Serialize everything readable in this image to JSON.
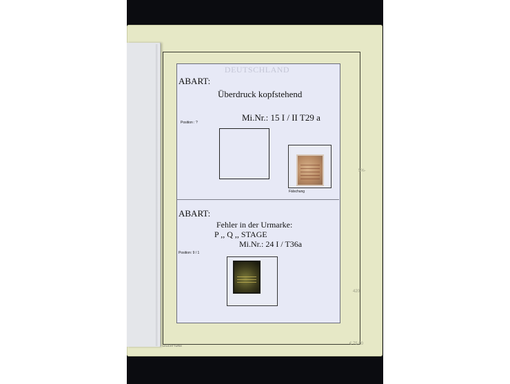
{
  "sheet": {
    "header": "DEUTSCHLAND",
    "section1": {
      "abart": "ABART:",
      "title": "Überdruck kopfstehend",
      "catalog": "Mi.Nr.: 15 I / II   T29 a",
      "position": "Position :  ?",
      "stamp_caption": "Fälschung"
    },
    "section2": {
      "abart": "ABART:",
      "title_line1": "Fehler in der Urmarke:",
      "title_line2": "P ,, Q ,, STAGE",
      "catalog": "Mi.Nr.: 24 I  /  T36a",
      "position": "Position:  9 / 1"
    }
  },
  "album": {
    "pencil_notes": [
      "5%-",
      "420",
      "€ 75,00"
    ],
    "footer": "LEUCHTTURM"
  }
}
